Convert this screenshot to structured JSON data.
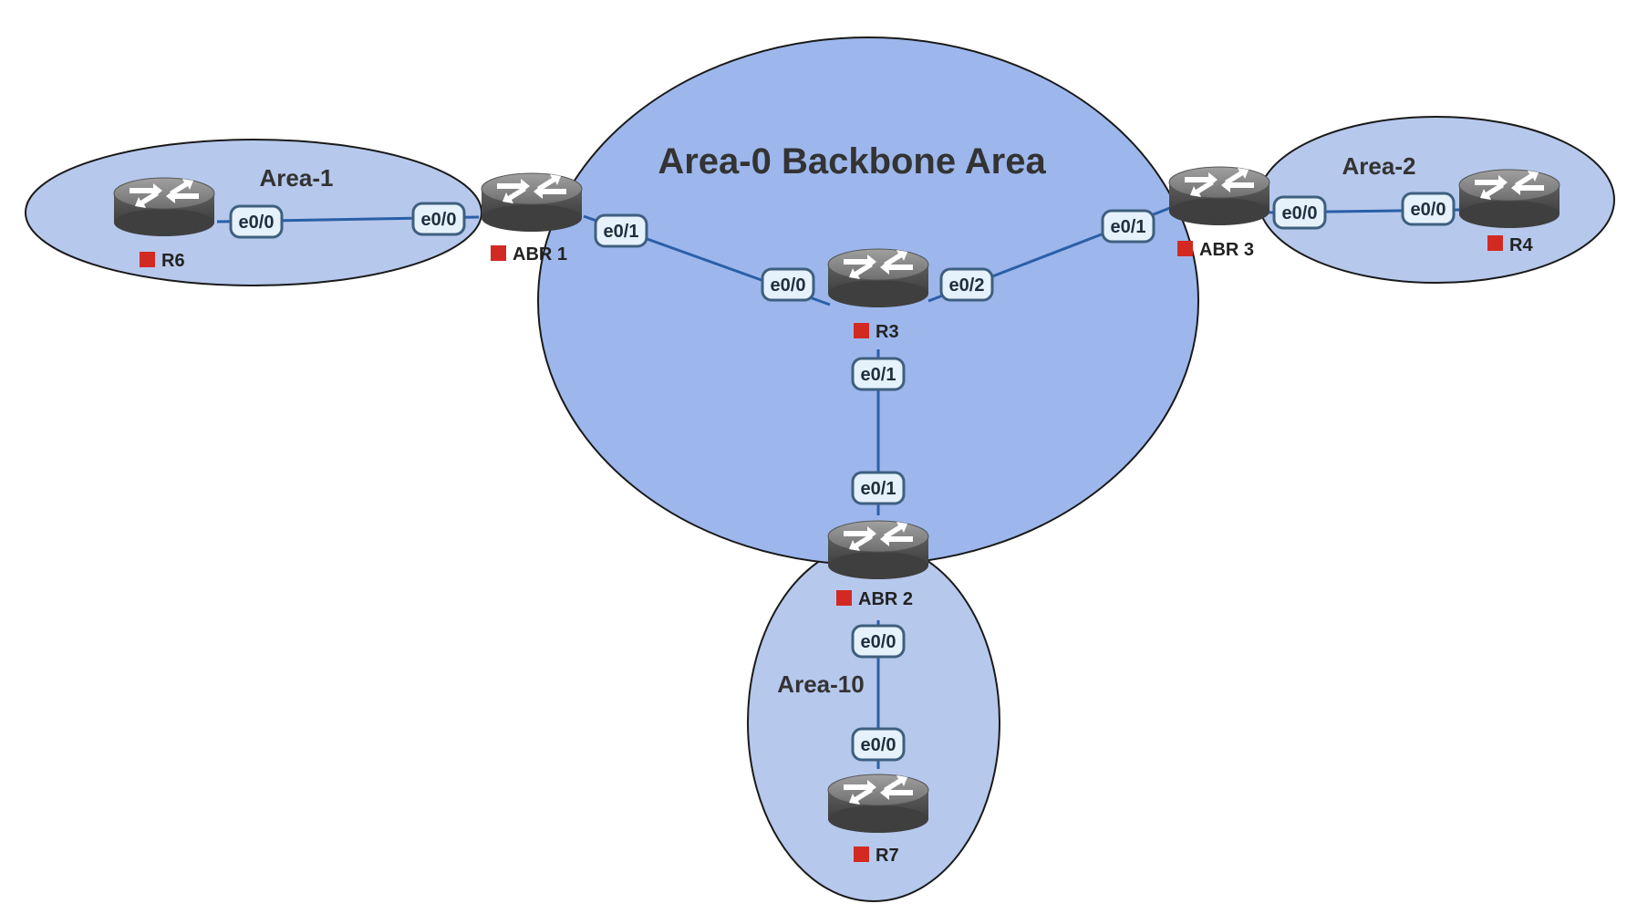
{
  "colors": {
    "area_fill": "#b6c8ec",
    "backbone_fill": "#9db7ec",
    "area_stroke": "#1a1a1a",
    "link": "#2b5fa8",
    "iface_fill": "#e6f2fb",
    "iface_stroke": "#3f5f7f",
    "status": "#d22a23",
    "router_body": "#5c5c5c",
    "router_top": "#8a8a8a"
  },
  "areas": {
    "backbone": "Area-0 Backbone Area",
    "area1": "Area-1",
    "area2": "Area-2",
    "area10": "Area-10"
  },
  "routers": {
    "r6": "R6",
    "abr1": "ABR 1",
    "r3": "R3",
    "abr3": "ABR 3",
    "r4": "R4",
    "abr2": "ABR 2",
    "r7": "R7"
  },
  "interfaces": {
    "r6_e00": "e0/0",
    "abr1_e00": "e0/0",
    "abr1_e01": "e0/1",
    "r3_e00": "e0/0",
    "r3_e02": "e0/2",
    "abr3_e01": "e0/1",
    "abr3_e00": "e0/0",
    "r4_e00": "e0/0",
    "r3_e01": "e0/1",
    "abr2_e01": "e0/1",
    "abr2_e00": "e0/0",
    "r7_e00": "e0/0"
  }
}
